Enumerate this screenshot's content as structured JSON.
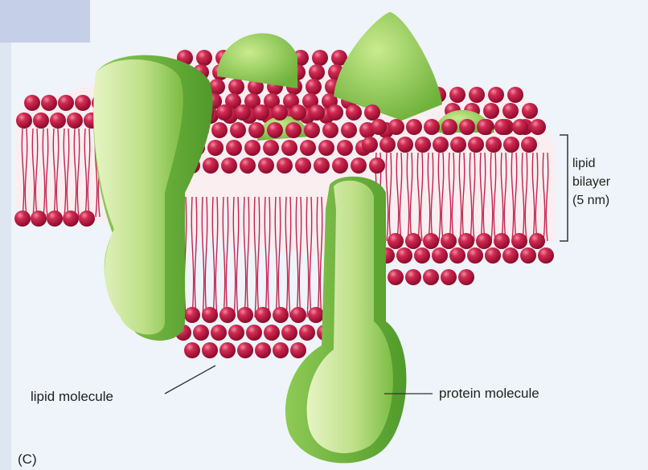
{
  "labels": {
    "bilayer_line1": "lipid",
    "bilayer_line2": "bilayer",
    "bilayer_line3": "(5 nm)",
    "lipid_molecule": "lipid molecule",
    "protein_molecule": "protein molecule",
    "panel": "(C)"
  },
  "colors": {
    "lipid_head": "#b5123a",
    "lipid_head_highlight": "#e35a78",
    "lipid_tail": "#c4234d",
    "protein_light": "#dff0b6",
    "protein_mid": "#a9d66e",
    "protein_dark": "#6fb23b",
    "membrane_core": "#fbeef1",
    "background": "#eef4f9"
  }
}
